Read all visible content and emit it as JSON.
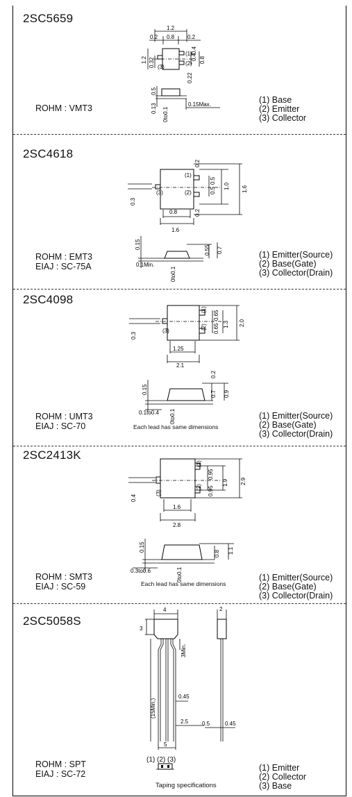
{
  "sections": [
    {
      "part": "2SC5659",
      "package": "ROHM : VMT3",
      "pins": [
        "(1) Base",
        "(2) Emitter",
        "(3) Collector"
      ],
      "dims": {
        "w": "1.2",
        "a": "0.2",
        "b": "0.8",
        "c": "0.2",
        "h": "1.2",
        "d1": "0.32",
        "e1": "0.4",
        "e2": "0.4",
        "h2": "0.8",
        "f": "0.22",
        "g": "0.5",
        "t": "0.13",
        "u": "0to0.1",
        "max": "0.15Max.",
        "p3": "(3)",
        "p1": "(1)",
        "p2": "(2)"
      }
    },
    {
      "part": "2SC4618",
      "package": "ROHM : EMT3\nEIAJ : SC-75A",
      "pins": [
        "(1) Emitter(Source)",
        "(2) Base(Gate)",
        "(3) Collector(Drain)"
      ],
      "dims": {
        "a": "0.2",
        "b": "0.5",
        "c": "0.5",
        "d": "1.0",
        "e": "1.6",
        "f": "0.3",
        "g": "0.8",
        "h": "0.2",
        "w": "1.6",
        "i": "0.15",
        "j": "0.55",
        "k": "0.7",
        "min": "0.1Min.",
        "z": "0to0.1",
        "p1": "(1)",
        "p2": "(2)",
        "p3": "(3)"
      }
    },
    {
      "part": "2SC4098",
      "package": "ROHM : UMT3\nEIAJ : SC-70",
      "pins": [
        "(1) Emitter(Source)",
        "(2) Base(Gate)",
        "(3) Collector(Drain)"
      ],
      "note": "Each lead has same dimensions",
      "dims": {
        "a": "0.65",
        "b": "0.65",
        "c": "1.3",
        "d": "2.0",
        "e": "0.3",
        "f": "1.25",
        "w": "2.1",
        "g": "0.2",
        "h": "0.7",
        "i": "0.9",
        "j": "0.15",
        "k": "0.1to0.4",
        "z": "0to0.1",
        "p1": "(1)",
        "p2": "(2)",
        "p3": "(3)"
      }
    },
    {
      "part": "2SC2413K",
      "package": "ROHM : SMT3\nEIAJ : SC-59",
      "pins": [
        "(1) Emitter(Source)",
        "(2) Base(Gate)",
        "(3) Collector(Drain)"
      ],
      "note": "Each lead has same dimensions",
      "dims": {
        "a": "0.95",
        "b": "0.95",
        "c": "1.9",
        "d": "2.9",
        "e": "0.4",
        "f": "1.6",
        "w": "2.8",
        "g": "0.15",
        "h": "0.8",
        "i": "1.1",
        "k": "0.3to0.6",
        "z": "0to0.1",
        "p1": "(1)",
        "p2": "(2)",
        "p3": "(3)"
      }
    },
    {
      "part": "2SC5058S",
      "package": "ROHM : SPT\nEIAJ : SC-72",
      "pins": [
        "(1) Emitter",
        "(2) Collector",
        "(3) Base"
      ],
      "note": "Taping specifications",
      "leads": "(1)  (2)  (3)",
      "dims": {
        "w": "4",
        "h": "3",
        "t": "2",
        "min": "(15Min.)",
        "mn": "3Min.",
        "a": "0.45",
        "b": "2.5",
        "c": "5",
        "d": "0.5",
        "e": "0.45"
      }
    }
  ]
}
